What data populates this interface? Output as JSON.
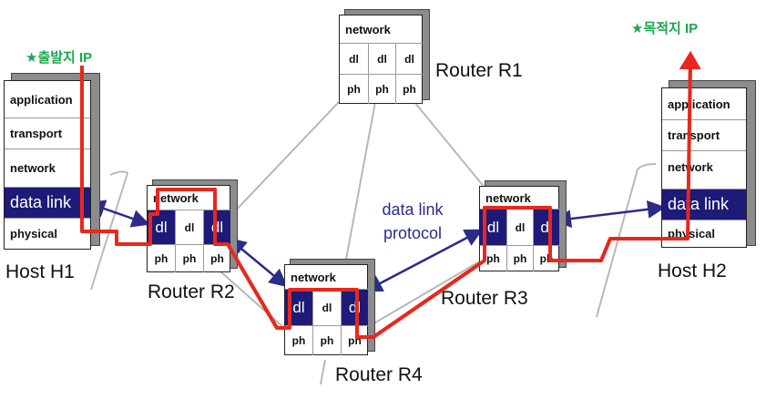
{
  "source_label": "★출발지 IP",
  "dest_label": "★목적지 IP",
  "protocol_label_line1": "data link",
  "protocol_label_line2": "protocol",
  "host_h1": {
    "name": "Host H1",
    "layers": [
      "application",
      "transport",
      "network",
      "data link",
      "physical"
    ]
  },
  "host_h2": {
    "name": "Host H2",
    "layers": [
      "application",
      "transport",
      "network",
      "data link",
      "physical"
    ]
  },
  "router_r1": {
    "name": "Router R1",
    "top": "network",
    "dl": [
      "dl",
      "dl",
      "dl"
    ],
    "ph": [
      "ph",
      "ph",
      "ph"
    ]
  },
  "router_r2": {
    "name": "Router R2",
    "top": "network",
    "dl": [
      "dl",
      "dl",
      "dl"
    ],
    "ph": [
      "ph",
      "ph",
      "ph"
    ]
  },
  "router_r3": {
    "name": "Router R3",
    "top": "network",
    "dl": [
      "dl",
      "dl",
      "dl"
    ],
    "ph": [
      "ph",
      "ph",
      "ph"
    ]
  },
  "router_r4": {
    "name": "Router R4",
    "top": "network",
    "dl": [
      "dl",
      "dl",
      "dl"
    ],
    "ph": [
      "ph",
      "ph",
      "ph"
    ]
  },
  "colors": {
    "path": "#e8281c",
    "arrow": "#2b2b8c",
    "dark_layer": "#1e1a78",
    "label_green": "#1aa84b",
    "link_gray": "#b8b8b8"
  }
}
